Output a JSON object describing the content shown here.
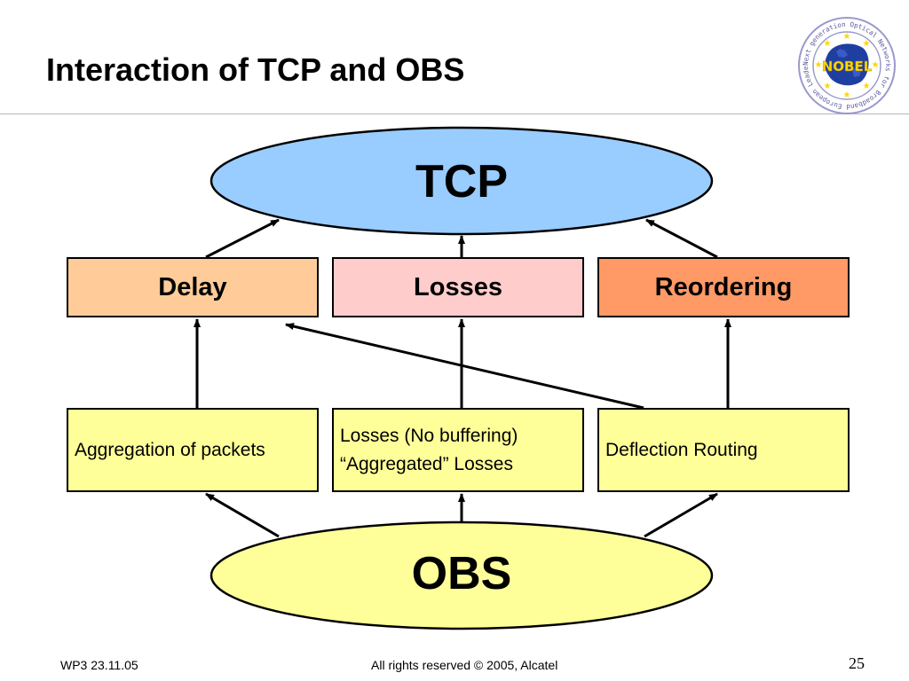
{
  "slide": {
    "title": "Interaction of TCP and OBS"
  },
  "logo": {
    "name": "NOBEL",
    "ring_text": "Next generation Optical Networks for Broadband European Leadership",
    "colors": {
      "ring": "#9999cc",
      "center": "#1f3fa0",
      "stars": "#ffd700"
    }
  },
  "diagram": {
    "top_ellipse": {
      "label": "TCP",
      "fill": "#99ccff"
    },
    "bottom_ellipse": {
      "label": "OBS",
      "fill": "#ffff99"
    },
    "effects": [
      {
        "label": "Delay",
        "fill": "#ffcc99"
      },
      {
        "label": "Losses",
        "fill": "#ffcccc"
      },
      {
        "label": "Reordering",
        "fill": "#ff9966"
      }
    ],
    "causes": [
      {
        "lines": [
          "Aggregation of packets"
        ]
      },
      {
        "lines": [
          "Losses (No buffering)",
          "“Aggregated” Losses"
        ]
      },
      {
        "lines": [
          "Deflection Routing"
        ]
      }
    ]
  },
  "footer": {
    "left": "WP3 23.11.05",
    "center": "All rights reserved © 2005, Alcatel",
    "page_number": "25"
  }
}
